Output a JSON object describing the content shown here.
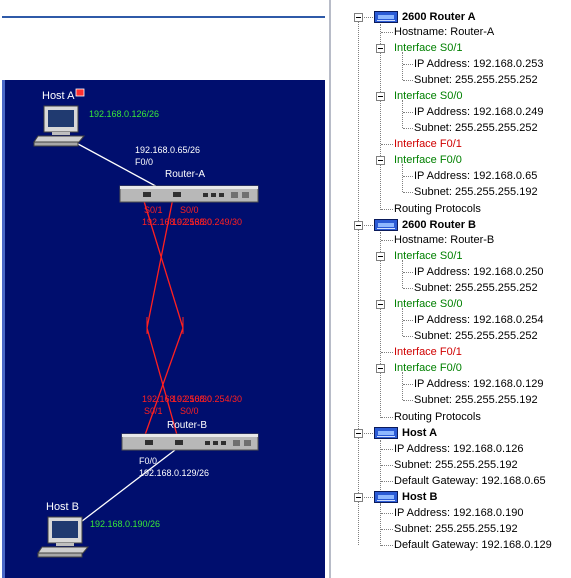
{
  "diagram": {
    "host_a": {
      "name": "Host A",
      "ip": "192.168.0.126/26"
    },
    "router_a": {
      "name": "Router-A",
      "f0_addr": "192.168.0.65/26",
      "f0_label": "F0/0",
      "s01_label": "S0/1",
      "s00_label": "S0/0",
      "serial_addr_overlap": "192.168.0.253/30",
      "serial_addr_right": "192.168.0.249/30"
    },
    "router_b": {
      "name": "Router-B",
      "f0_label": "F0/0",
      "f0_addr": "192.168.0.129/26",
      "s01_label": "S0/1",
      "s00_label": "S0/0",
      "serial_addr_overlap": "192.168.0.250/30",
      "serial_addr_right": "192.168.0.254/30"
    },
    "host_b": {
      "name": "Host B",
      "ip": "192.168.0.190/26"
    },
    "colors": {
      "background": "#000e6e",
      "serial_link": "#ff2020",
      "ethernet_link": "#ffffff",
      "ip_text": "#38e838"
    }
  },
  "tree": {
    "router_a": {
      "title": "2600 Router A",
      "hostname": "Hostname: Router-A",
      "if_s01": "Interface S0/1",
      "if_s01_ip": "IP Address: 192.168.0.253",
      "if_s01_subnet": "Subnet: 255.255.255.252",
      "if_s00": "Interface S0/0",
      "if_s00_ip": "IP Address: 192.168.0.249",
      "if_s00_subnet": "Subnet: 255.255.255.252",
      "if_f01": "Interface F0/1",
      "if_f00": "Interface F0/0",
      "if_f00_ip": "IP Address: 192.168.0.65",
      "if_f00_subnet": "Subnet: 255.255.255.192",
      "routing": "Routing Protocols"
    },
    "router_b": {
      "title": "2600 Router B",
      "hostname": "Hostname: Router-B",
      "if_s01": "Interface S0/1",
      "if_s01_ip": "IP Address: 192.168.0.250",
      "if_s01_subnet": "Subnet: 255.255.255.252",
      "if_s00": "Interface S0/0",
      "if_s00_ip": "IP Address: 192.168.0.254",
      "if_s00_subnet": "Subnet: 255.255.255.252",
      "if_f01": "Interface F0/1",
      "if_f00": "Interface F0/0",
      "if_f00_ip": "IP Address: 192.168.0.129",
      "if_f00_subnet": "Subnet: 255.255.255.192",
      "routing": "Routing Protocols"
    },
    "host_a": {
      "title": "Host A",
      "ip": "IP Address: 192.168.0.126",
      "subnet": "Subnet: 255.255.255.192",
      "gateway": "Default Gateway: 192.168.0.65"
    },
    "host_b": {
      "title": "Host B",
      "ip": "IP Address: 192.168.0.190",
      "subnet": "Subnet: 255.255.255.192",
      "gateway": "Default Gateway: 192.168.0.129"
    }
  }
}
